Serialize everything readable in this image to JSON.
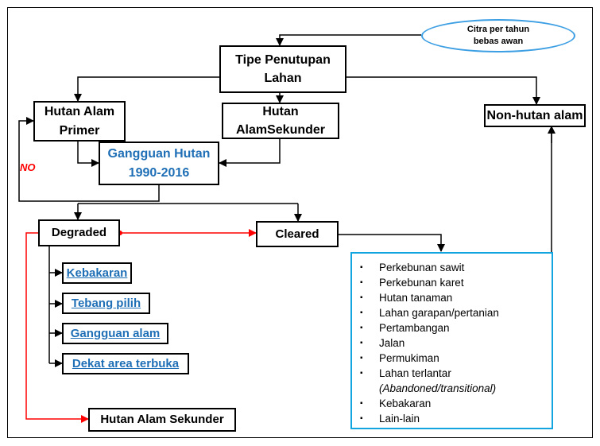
{
  "ellipse": {
    "line1": "Citra per tahun",
    "line2": "bebas awan"
  },
  "root": {
    "line1": "Tipe Penutupan",
    "line2": "Lahan"
  },
  "primary": {
    "line1": "Hutan Alam",
    "line2": "Primer"
  },
  "secondary": {
    "line1": "Hutan",
    "line2": "AlamSekunder"
  },
  "nonforest": {
    "label": "Non-hutan alam"
  },
  "disturbance": {
    "line1": "Gangguan Hutan",
    "line2": "1990-2016"
  },
  "no_label": "NO",
  "degraded": {
    "label": "Degraded"
  },
  "cleared": {
    "label": "Cleared"
  },
  "causes": [
    {
      "label": "Kebakaran"
    },
    {
      "label": "Tebang pilih"
    },
    {
      "label": "Gangguan alam"
    },
    {
      "label": "Dekat area terbuka"
    }
  ],
  "result_secondary": {
    "label": "Hutan Alam Sekunder"
  },
  "bullet": "▪",
  "cleared_list": [
    "Perkebunan sawit",
    "Perkebunan karet",
    "Hutan tanaman",
    "Lahan garapan/pertanian",
    "Pertambangan",
    "Jalan",
    "Permukiman",
    "Lahan terlantar",
    "Kebakaran",
    "Lain-lain"
  ],
  "cleared_list_note": "(Abandoned/transitional)",
  "colors": {
    "arrow": "#000000",
    "red_path": "#ff0000",
    "blue_text": "#1f6fb6",
    "ellipse": "#3c9ee3",
    "list_border": "#12a5e0"
  }
}
